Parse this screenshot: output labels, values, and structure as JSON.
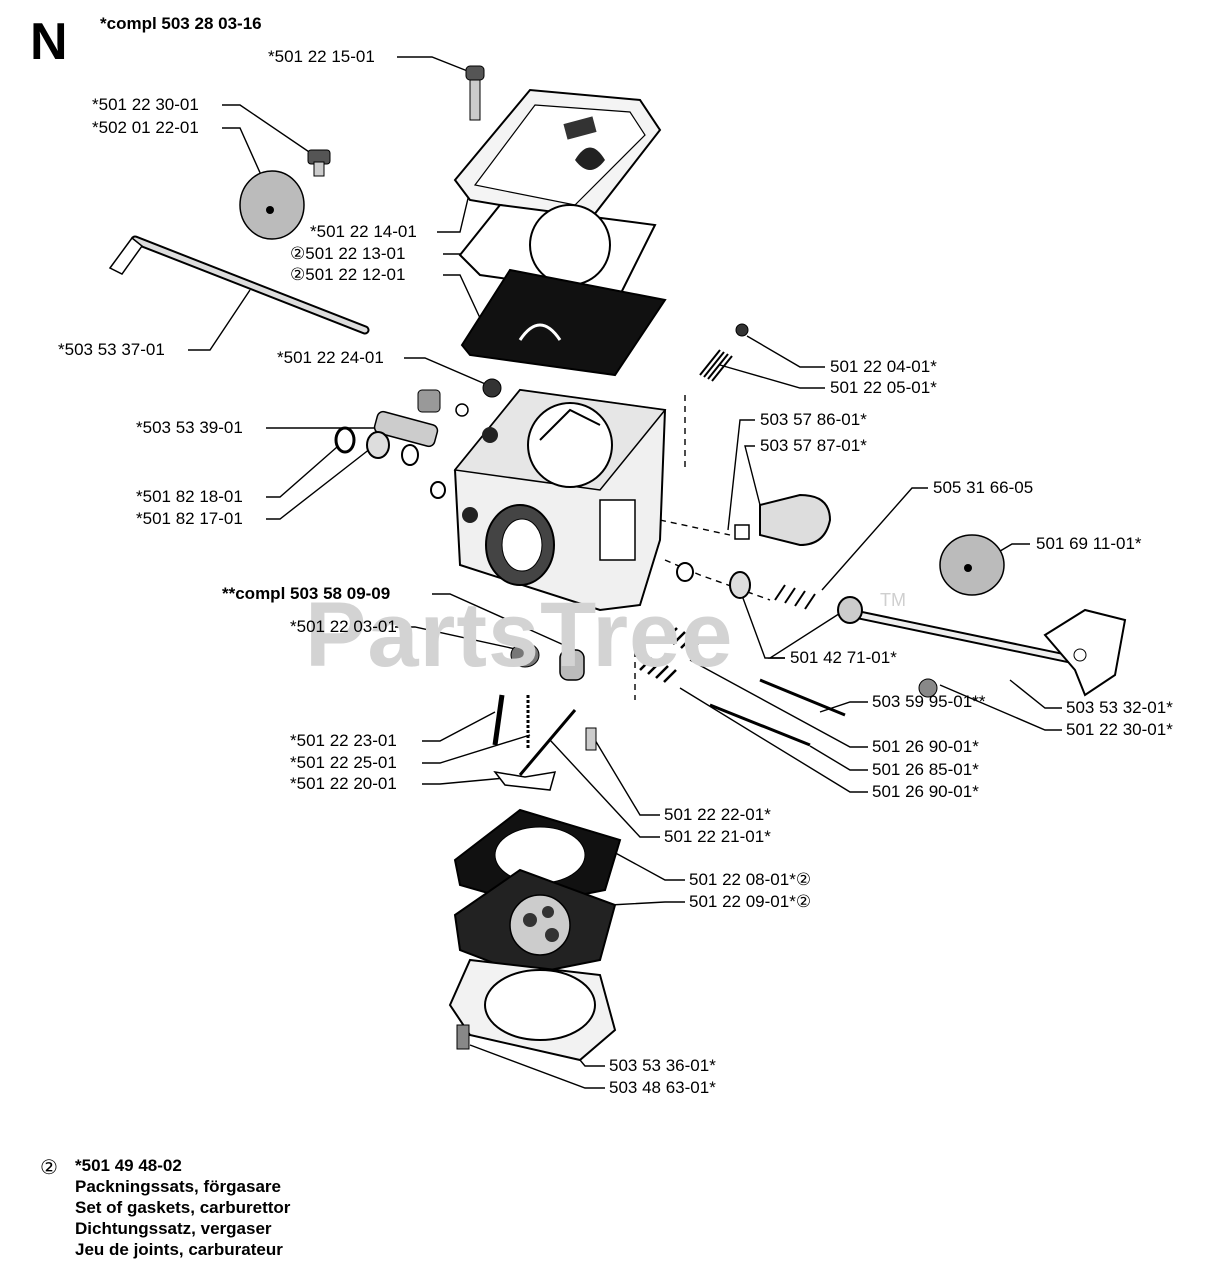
{
  "section_letter": "N",
  "assembly_title": "*compl 503 28 03-16",
  "watermark": "PartsTree",
  "watermark_tm": "TM",
  "circled_marker": "②",
  "labels": [
    {
      "id": "p1",
      "text": "*501 22 15-01"
    },
    {
      "id": "p2",
      "text": "*501 22 30-01"
    },
    {
      "id": "p3",
      "text": "*502 01 22-01"
    },
    {
      "id": "p4",
      "text": "*501 22 14-01"
    },
    {
      "id": "p5",
      "text": "②501 22 13-01"
    },
    {
      "id": "p6",
      "text": "②501 22 12-01"
    },
    {
      "id": "p7",
      "text": "*503 53 37-01"
    },
    {
      "id": "p8",
      "text": "*501 22 24-01"
    },
    {
      "id": "p9",
      "text": "501 22 04-01*"
    },
    {
      "id": "p10",
      "text": "501 22 05-01*"
    },
    {
      "id": "p11",
      "text": "*503 53 39-01"
    },
    {
      "id": "p12",
      "text": "503 57 86-01*"
    },
    {
      "id": "p13",
      "text": "503 57 87-01*"
    },
    {
      "id": "p14",
      "text": "505 31 66-05"
    },
    {
      "id": "p15",
      "text": "*501 82 18-01"
    },
    {
      "id": "p16",
      "text": "*501 82 17-01"
    },
    {
      "id": "p17",
      "text": "501 69 11-01*"
    },
    {
      "id": "p18",
      "text": "**compl 503 58 09-09"
    },
    {
      "id": "p19",
      "text": "*501 22 03-01"
    },
    {
      "id": "p20",
      "text": "501 42 71-01*"
    },
    {
      "id": "p21",
      "text": "503 59 95-01**"
    },
    {
      "id": "p22",
      "text": "503 53 32-01*"
    },
    {
      "id": "p23",
      "text": "501 22 30-01*"
    },
    {
      "id": "p24",
      "text": "*501 22 23-01"
    },
    {
      "id": "p25",
      "text": "*501 22 25-01"
    },
    {
      "id": "p26",
      "text": "*501 22 20-01"
    },
    {
      "id": "p27",
      "text": "501 26 90-01*"
    },
    {
      "id": "p28",
      "text": "501 26 85-01*"
    },
    {
      "id": "p29",
      "text": "501 26 90-01*"
    },
    {
      "id": "p30",
      "text": "501 22 22-01*"
    },
    {
      "id": "p31",
      "text": "501 22 21-01*"
    },
    {
      "id": "p32",
      "text": "501 22 08-01*②"
    },
    {
      "id": "p33",
      "text": "501 22 09-01*②"
    },
    {
      "id": "p34",
      "text": "503 53 36-01*"
    },
    {
      "id": "p35",
      "text": "503 48 63-01*"
    }
  ],
  "footnote": {
    "marker": "②",
    "part_number": "*501 49 48-02",
    "lines": [
      "Packningssats, förgasare",
      "Set of gaskets, carburettor",
      "Dichtungssatz, vergaser",
      "Jeu de joints, carburateur"
    ]
  }
}
